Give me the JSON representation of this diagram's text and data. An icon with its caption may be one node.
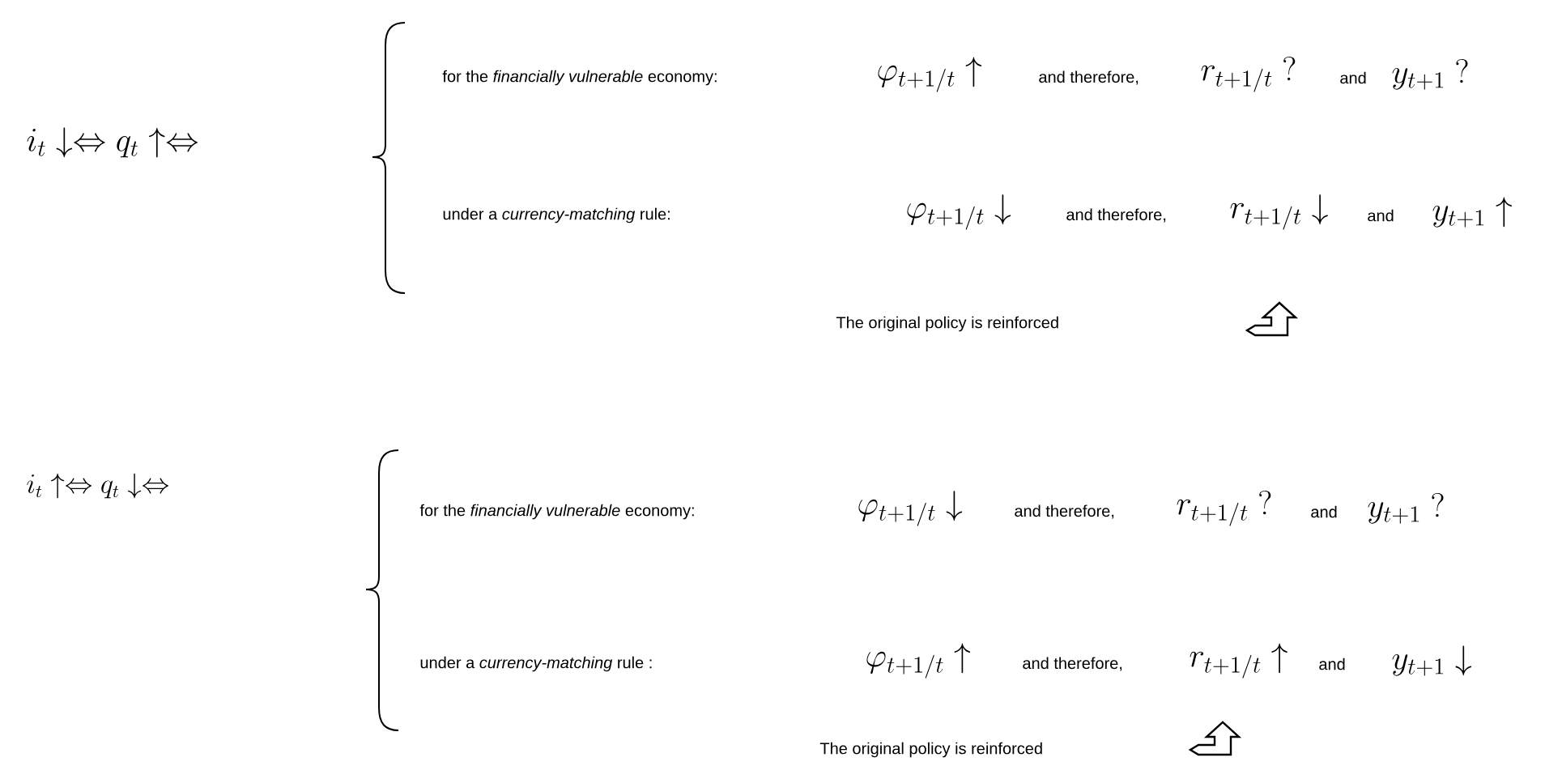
{
  "diagram": {
    "labels": [
      "i_t \\downarrow \\Leftrightarrow q_t \\uparrow \\Leftrightarrow",
      "for the *financially vulnerable* economy:",
      "\\varphi_{t+1/t} \\uparrow",
      "and therefore,",
      "r_{t+1/t}\\ ?",
      "and",
      "y_{t+1}\\ ?",
      "under a *currency-matching* rule:",
      "\\varphi_{t+1/t} \\downarrow",
      "and therefore,",
      "r_{t+1/t} \\downarrow",
      "and",
      "y_{t+1} \\uparrow",
      "The original policy is reinforced",
      "i_t \\uparrow \\Leftrightarrow q_t \\downarrow \\Leftrightarrow",
      "for the *financially vulnerable* economy:",
      "\\varphi_{t+1/t} \\downarrow",
      "and therefore,",
      "r_{t+1/t}\\ ?",
      "and",
      "y_{t+1}\\ ?",
      "under a *currency-matching* rule :",
      "\\varphi_{t+1/t} \\uparrow",
      "and therefore,",
      "r_{t+1/t} \\uparrow",
      "and",
      "y_{t+1} \\downarrow",
      "The original policy is reinforced"
    ]
  }
}
